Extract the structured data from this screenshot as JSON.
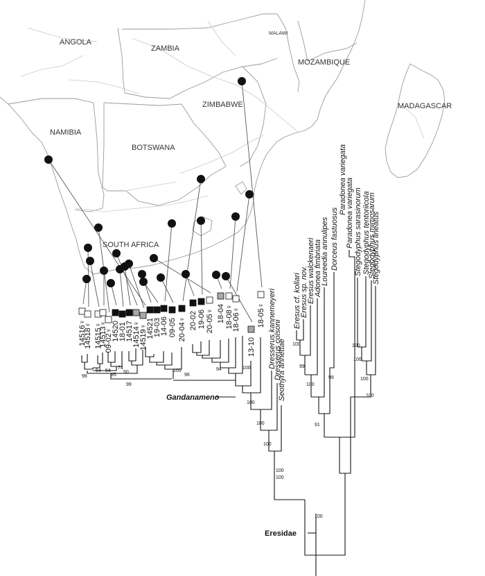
{
  "map": {
    "countries": [
      {
        "name": "ANGOLA"
      },
      {
        "name": "ZAMBIA"
      },
      {
        "name": "MALAWI"
      },
      {
        "name": "MOZAMBIQUE"
      },
      {
        "name": "ZIMBABWE"
      },
      {
        "name": "MADAGASCAR"
      },
      {
        "name": "NAMIBIA"
      },
      {
        "name": "BOTSWANA"
      },
      {
        "name": "SOUTH AFRICA"
      }
    ]
  },
  "tree": {
    "samples": [
      "14516",
      "14518",
      "14515",
      "14513",
      "09-02",
      "14520",
      "18-01",
      "14517",
      "14514",
      "14519",
      "14521",
      "19-03",
      "14-06",
      "09-05",
      "20-04",
      "20-02",
      "19-06",
      "20-05",
      "18-04",
      "18-08",
      "18-06",
      "13-10",
      "18-05"
    ],
    "marker_colors": {
      "black": "#111111",
      "gray": "#a8a8a8",
      "white": "#ffffff"
    },
    "outgroup_taxa": [
      "Dresserus kannemeyeri",
      "Dresserus colsoni",
      "Seothyra annettae"
    ],
    "eresid_taxa": [
      "Eresus cf. kollari",
      "Eresus sp. nov.",
      "Eresus walckenaeri",
      "Adonea fimbriata",
      "Loureedia annulipes",
      "Dorceus fastuosus",
      "Paradonea variegata",
      "Paradonea variegata",
      "Stegodyphus sarasinorum",
      "Stegodyphus tentoriicola",
      "Stegodyphus mimosarum",
      "Stegodyphus lineatus"
    ],
    "support_values": {
      "s98": "98",
      "s54a": "54",
      "s54b": "54",
      "s95": "95",
      "s74": "74",
      "s50": "50",
      "s99a": "99",
      "s100a": "100",
      "s96": "96",
      "s94": "94",
      "s100b": "100",
      "s100c": "100",
      "s100d": "100",
      "s100e": "100",
      "s100f": "100",
      "s100g": "100",
      "s99b": "99",
      "s100h": "100",
      "s99c": "99",
      "s100i": "100",
      "s100j": "100",
      "s100k": "100",
      "s100l": "100",
      "s91": "91",
      "s100m": "100",
      "s100n": "100"
    },
    "clades": {
      "gandanameno": "Gandanameno",
      "eresidae": "Eresidae"
    }
  }
}
